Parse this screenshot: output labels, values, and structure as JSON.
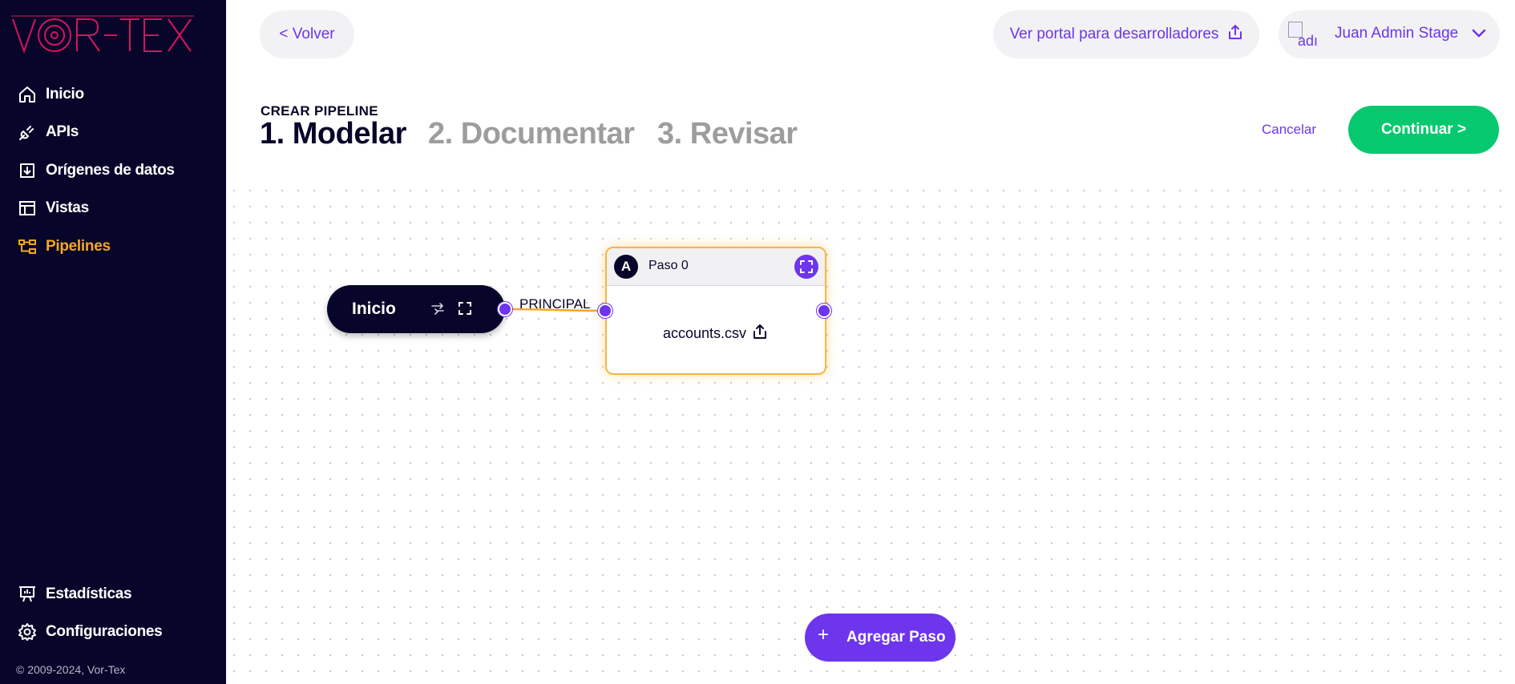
{
  "sidebar": {
    "logo_text": "VOR-TEX",
    "items": [
      {
        "label": "Inicio",
        "icon": "home-icon"
      },
      {
        "label": "APIs",
        "icon": "plug-icon"
      },
      {
        "label": "Orígenes de datos",
        "icon": "download-icon"
      },
      {
        "label": "Vistas",
        "icon": "table-icon"
      },
      {
        "label": "Pipelines",
        "icon": "pipeline-icon",
        "active": true
      }
    ],
    "bottom_items": [
      {
        "label": "Estadísticas",
        "icon": "presentation-chart-icon"
      },
      {
        "label": "Configuraciones",
        "icon": "gear-icon"
      }
    ],
    "copyright": "© 2009-2024, Vor-Tex"
  },
  "header": {
    "back_label": "< Volver",
    "dev_portal_label": "Ver portal para desarrolladores",
    "user": {
      "avatar_alt": "adı",
      "name": "Juan Admin Stage"
    },
    "breadcrumb": "CREAR PIPELINE",
    "steps": [
      "1. Modelar",
      "2. Documentar",
      "3. Revisar"
    ],
    "cancel_label": "Cancelar",
    "continue_label": "Continuar >"
  },
  "canvas": {
    "start_node": {
      "label": "Inicio"
    },
    "edge_label": "PRINCIPAL",
    "step_node": {
      "badge": "A",
      "title": "Paso 0",
      "file": "accounts.csv"
    },
    "add_step_label": "Agregar Paso"
  },
  "colors": {
    "sidebar_bg": "#07062a",
    "accent_purple": "#6d35ec",
    "active_orange": "#f5a623",
    "continue_green": "#06c96f",
    "node_border": "#f5b642"
  }
}
